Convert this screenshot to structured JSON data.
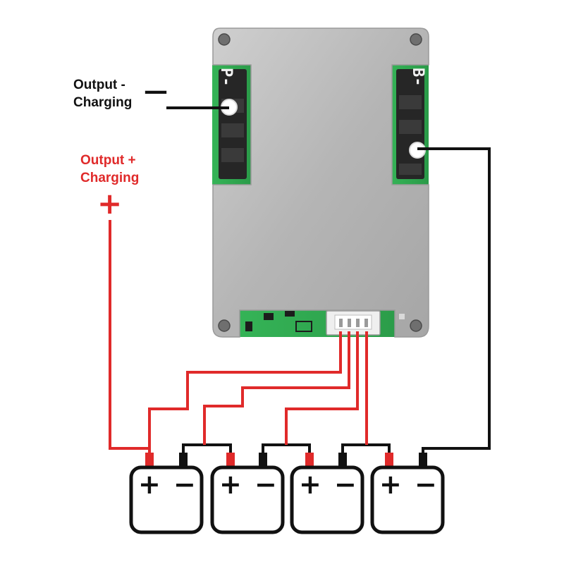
{
  "labels": {
    "output_negative_line1": "Output -",
    "output_negative_line2": "Charging",
    "output_positive_line1": "Output +",
    "output_positive_line2": "Charging",
    "negative_symbol": "—",
    "positive_symbol": "+"
  },
  "board": {
    "left_pad_label": "P-",
    "right_pad_label": "B-"
  },
  "batteries": [
    {
      "plus": "+",
      "minus": "−"
    },
    {
      "plus": "+",
      "minus": "−"
    },
    {
      "plus": "+",
      "minus": "−"
    },
    {
      "plus": "+",
      "minus": "−"
    }
  ],
  "colors": {
    "negative_wire": "#111111",
    "positive_wire": "#e02a2a",
    "label_negative": "#111111",
    "label_positive": "#e02a2a",
    "pcb_green": "#2fa84f",
    "heatsink": "#b9b9b9"
  }
}
